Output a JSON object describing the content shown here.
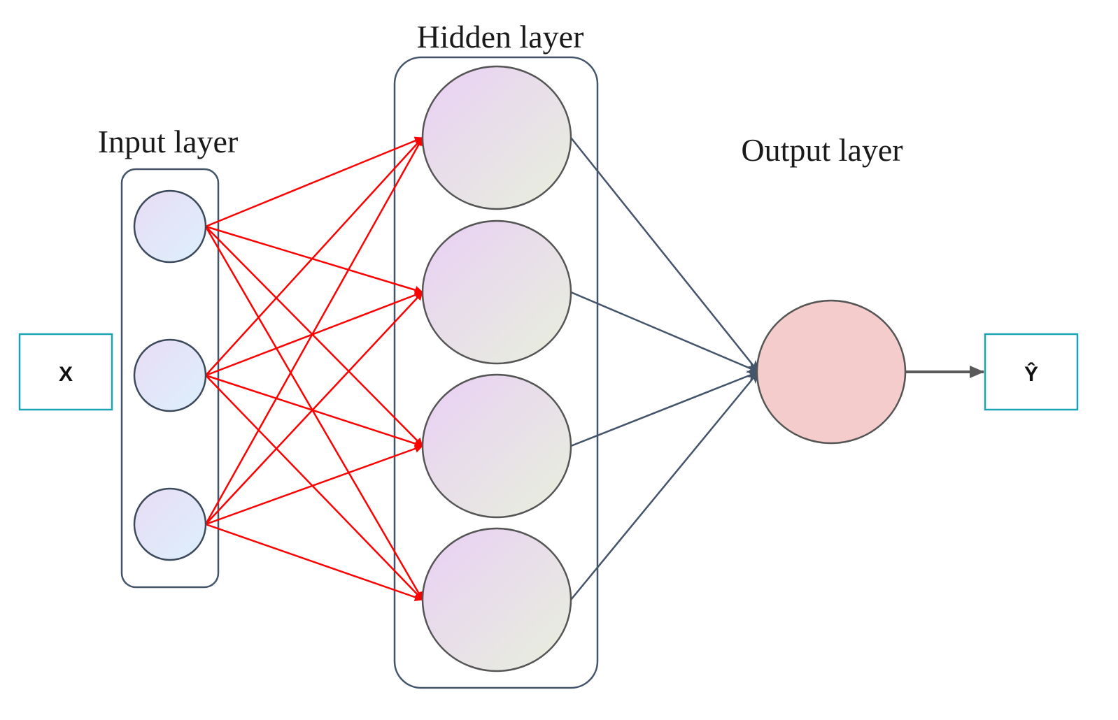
{
  "labels": {
    "input_layer": "Input layer",
    "hidden_layer": "Hidden layer",
    "output_layer": "Output layer",
    "input_box": "X",
    "output_box": "Ŷ"
  },
  "network": {
    "input_nodes": 3,
    "hidden_nodes": 4,
    "output_nodes": 1
  },
  "colors": {
    "input_to_hidden_edges": "#ff0000",
    "hidden_to_output_edges": "#44546a",
    "output_arrow": "#595959",
    "layer_frame": "#44546a",
    "io_box_border": "#1aa3b3",
    "output_node_fill": "#f4cccc"
  }
}
